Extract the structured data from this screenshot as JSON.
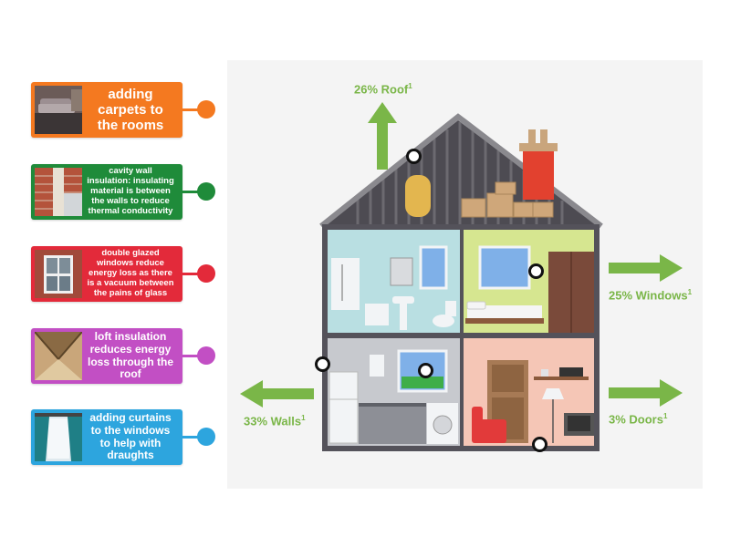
{
  "colors": {
    "orange": "#f47920",
    "green": "#1f8b3a",
    "red": "#e32a3a",
    "purple": "#c24fc4",
    "blue": "#2da5de",
    "arrow_green": "#7ab648"
  },
  "cards": [
    {
      "text": "adding carpets to the rooms",
      "color": "#f47920",
      "icon": "carpet-room-photo"
    },
    {
      "text_pre": "cavity wall insulation: insulating material is between the walls to reduce ",
      "text_bold": "thermal conductivity",
      "color": "#1f8b3a",
      "icon": "cavity-wall-photo"
    },
    {
      "text": "double glazed windows reduce energy loss as there is a vacuum between the pains of glass",
      "color": "#e32a3a",
      "icon": "double-glazed-window-photo"
    },
    {
      "text": "loft insulation reduces energy loss through the roof",
      "color": "#c24fc4",
      "icon": "loft-insulation-photo"
    },
    {
      "text": "adding curtains to the windows to help with draughts",
      "color": "#2da5de",
      "icon": "curtains-photo"
    }
  ],
  "losses": {
    "roof": {
      "text": "26% Roof",
      "note": "1"
    },
    "windows": {
      "text": "25% Windows",
      "note": "1"
    },
    "walls": {
      "text": "33% Walls",
      "note": "1"
    },
    "doors": {
      "text": "3% Doors",
      "note": "1"
    }
  }
}
